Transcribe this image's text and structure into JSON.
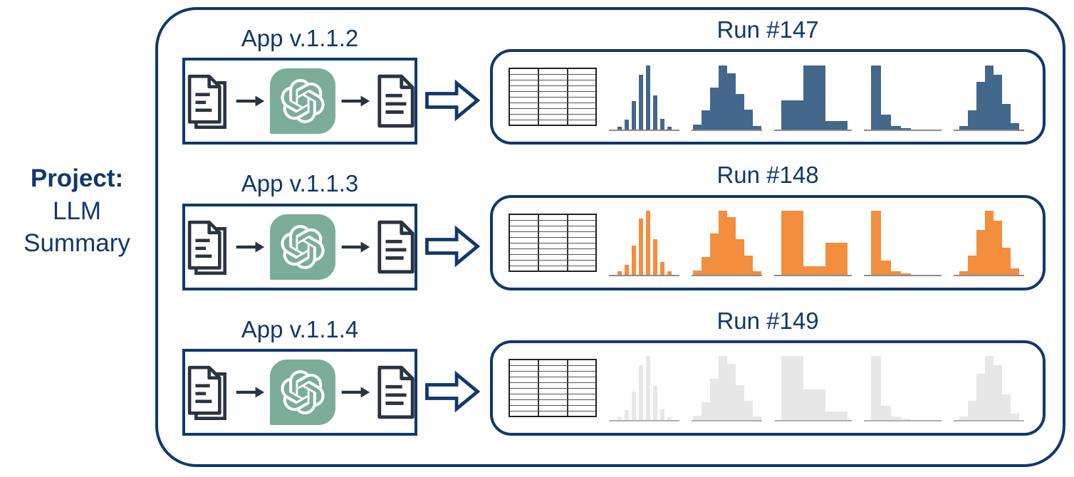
{
  "project": {
    "label_bold": "Project:",
    "line2": "LLM",
    "line3": "Summary"
  },
  "colors": {
    "navy": "#11386B",
    "icon_ink": "#2A3440",
    "openai_green": "#7BAD99",
    "run147_blue": "#44678C",
    "run148_orange": "#F28E3D",
    "run149_gray": "#E7E7E7"
  },
  "rows": [
    {
      "app_label": "App v.1.1.2",
      "run_label": "Run #147",
      "bar_color": "#44678C",
      "baseline_color": "#8C8C8C",
      "histograms": [
        {
          "style": "spiky",
          "heights": [
            0.04,
            0.15,
            0.44,
            0.85,
            1.0,
            0.53,
            0.17,
            0.04
          ]
        },
        {
          "style": "bell",
          "heights": [
            0.08,
            0.3,
            0.66,
            1.0,
            0.88,
            0.56,
            0.31,
            0.06
          ]
        },
        {
          "style": "blocky",
          "heights": [
            0.45,
            1.0,
            0.13
          ]
        },
        {
          "style": "decay",
          "heights": [
            1.0,
            0.23,
            0.06,
            0.02
          ]
        },
        {
          "style": "bell",
          "heights": [
            0.06,
            0.3,
            0.74,
            1.0,
            0.86,
            0.4,
            0.1
          ]
        }
      ]
    },
    {
      "app_label": "App v.1.1.3",
      "run_label": "Run #148",
      "bar_color": "#F28E3D",
      "baseline_color": "#8C8C8C",
      "histograms": [
        {
          "style": "spiky",
          "heights": [
            0.05,
            0.16,
            0.46,
            0.88,
            1.0,
            0.55,
            0.2,
            0.05
          ]
        },
        {
          "style": "bell",
          "heights": [
            0.07,
            0.28,
            0.64,
            1.0,
            0.9,
            0.55,
            0.3,
            0.06
          ]
        },
        {
          "style": "blocky",
          "heights": [
            1.0,
            0.13,
            0.5
          ]
        },
        {
          "style": "decay",
          "heights": [
            1.0,
            0.22,
            0.06,
            0.02
          ]
        },
        {
          "style": "bell",
          "heights": [
            0.06,
            0.3,
            0.7,
            1.0,
            0.84,
            0.42,
            0.1
          ]
        }
      ]
    },
    {
      "app_label": "App v.1.1.4",
      "run_label": "Run #149",
      "bar_color": "#E7E7E7",
      "baseline_color": "#B0B0B0",
      "histograms": [
        {
          "style": "spiky",
          "heights": [
            0.04,
            0.15,
            0.44,
            0.85,
            1.0,
            0.53,
            0.17,
            0.04
          ]
        },
        {
          "style": "bell",
          "heights": [
            0.07,
            0.28,
            0.64,
            1.0,
            0.88,
            0.54,
            0.3,
            0.06
          ]
        },
        {
          "style": "blocky",
          "heights": [
            1.0,
            0.48,
            0.13
          ]
        },
        {
          "style": "decay",
          "heights": [
            1.0,
            0.22,
            0.06,
            0.02
          ]
        },
        {
          "style": "bell",
          "heights": [
            0.06,
            0.3,
            0.72,
            1.0,
            0.85,
            0.4,
            0.1
          ]
        }
      ]
    }
  ],
  "icons": {
    "documents": "input documents",
    "arrow_small": "flow arrow",
    "openai": "OpenAI logo",
    "document": "output document",
    "arrow_big": "run output arrow",
    "table": "results table"
  }
}
